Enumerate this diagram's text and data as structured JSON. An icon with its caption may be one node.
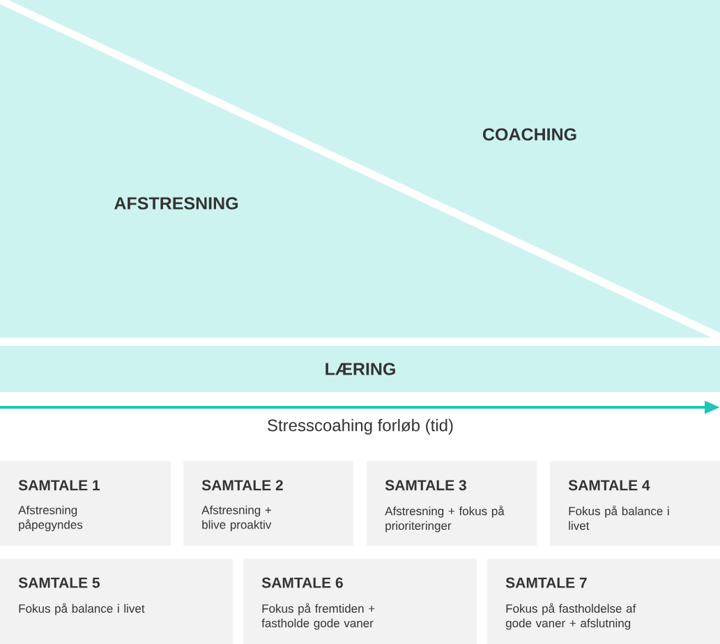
{
  "diagram": {
    "nodes": [
      {
        "text": [
          "AFSTRESNING"
        ]
      },
      {
        "text": [
          "COACHING"
        ]
      },
      {
        "text": [
          "LÆRING"
        ]
      },
      {
        "text": [
          "SAMTALE 1",
          "Afstresning påpegyndes"
        ]
      },
      {
        "text": [
          "SAMTALE 2",
          "Afstresning + blive proaktiv"
        ]
      },
      {
        "text": [
          "SAMTALE 3",
          "Afstresning + fokus på prioriteringer"
        ]
      },
      {
        "text": [
          "SAMTALE 4",
          "Fokus på balance i livet"
        ]
      },
      {
        "text": [
          "SAMTALE 5",
          "Fokus på balance i livet"
        ]
      },
      {
        "text": [
          "SAMTALE 6",
          "Fokus på fremtiden + fastholde gode vaner"
        ]
      },
      {
        "text": [
          "SAMTALE 7",
          "Fokus på fastholdelse af gode vaner + afslutning"
        ]
      }
    ],
    "labels": [
      "Stresscoahing forløb (tid)"
    ]
  }
}
